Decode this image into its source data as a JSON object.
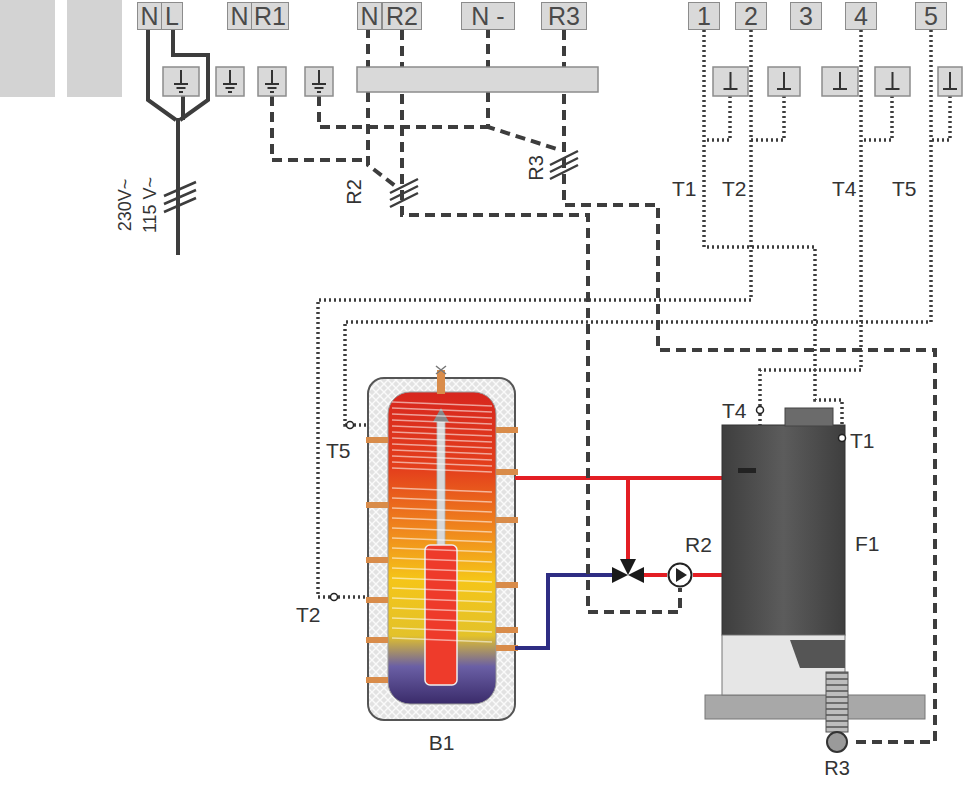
{
  "diagram": {
    "nodes": [
      {
        "text": [
          "N"
        ]
      },
      {
        "text": [
          "L"
        ]
      },
      {
        "text": [
          "N"
        ]
      },
      {
        "text": [
          "R1"
        ]
      },
      {
        "text": [
          "N"
        ]
      },
      {
        "text": [
          "R2"
        ]
      },
      {
        "text": [
          "N -"
        ]
      },
      {
        "text": [
          "R3"
        ]
      },
      {
        "text": [
          "1"
        ]
      },
      {
        "text": [
          "2"
        ]
      },
      {
        "text": [
          "3"
        ]
      },
      {
        "text": [
          "4"
        ]
      },
      {
        "text": [
          "5"
        ]
      },
      {
        "text": [
          "B1"
        ]
      },
      {
        "text": [
          "R2"
        ]
      },
      {
        "text": [
          "F1"
        ]
      },
      {
        "text": [
          "R3"
        ]
      }
    ],
    "edges": [
      {
        "from": 5,
        "to": 14,
        "arrow": "none"
      },
      {
        "from": 7,
        "to": 16,
        "arrow": "none"
      },
      {
        "from": 8,
        "to": 15,
        "arrow": "none"
      },
      {
        "from": 9,
        "to": 13,
        "arrow": "none"
      },
      {
        "from": 11,
        "to": 15,
        "arrow": "none"
      },
      {
        "from": 12,
        "to": 13,
        "arrow": "none"
      }
    ],
    "labels": [
      "230V~",
      "115 V~",
      "R2",
      "R3",
      "T1",
      "T2",
      "T4",
      "T5",
      "T4",
      "T1",
      "T5",
      "T2"
    ]
  }
}
